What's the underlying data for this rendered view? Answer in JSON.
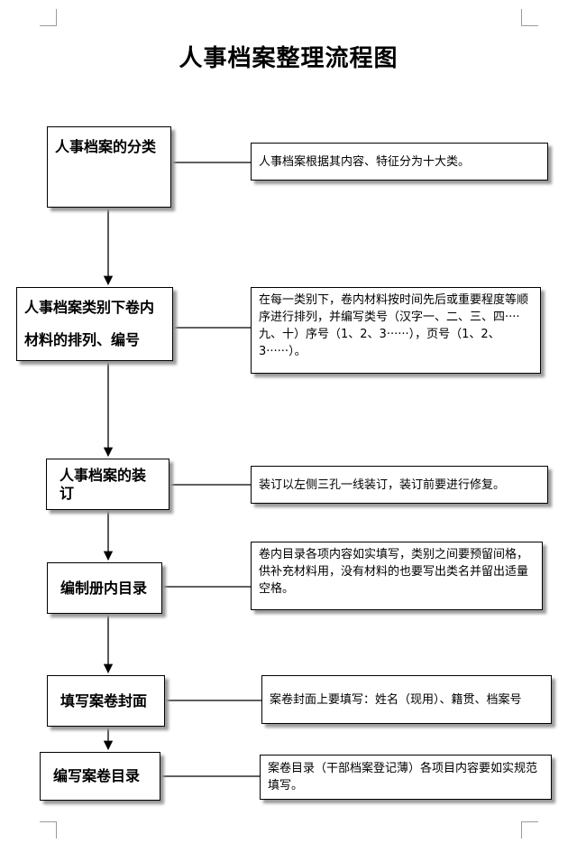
{
  "title": "人事档案整理流程图",
  "steps": [
    {
      "label": "人事档案的分类",
      "desc": "人事档案根据其内容、特征分为十大类。"
    },
    {
      "label": "人事档案类别下卷内材料的排列、编号",
      "desc": "在每一类别下，卷内材料按时间先后或重要程度等顺序进行排列，并编写类号（汉字一、二、三、四····九、十）序号（1、2、3······），页号（1、2、3······）。"
    },
    {
      "label": "人事档案的装订",
      "desc": "装订以左侧三孔一线装订，装订前要进行修复。"
    },
    {
      "label": "编制册内目录",
      "desc": "卷内目录各项内容如实填写，类别之间要预留间格，供补充材料用，没有材料的也要写出类名并留出适量空格。"
    },
    {
      "label": "填写案卷封面",
      "desc": "案卷封面上要填写：姓名（现用）、籍贯、档案号"
    },
    {
      "label": "编写案卷目录",
      "desc": "案卷目录（干部档案登记薄）各项目内容要如实规范填写。"
    }
  ]
}
